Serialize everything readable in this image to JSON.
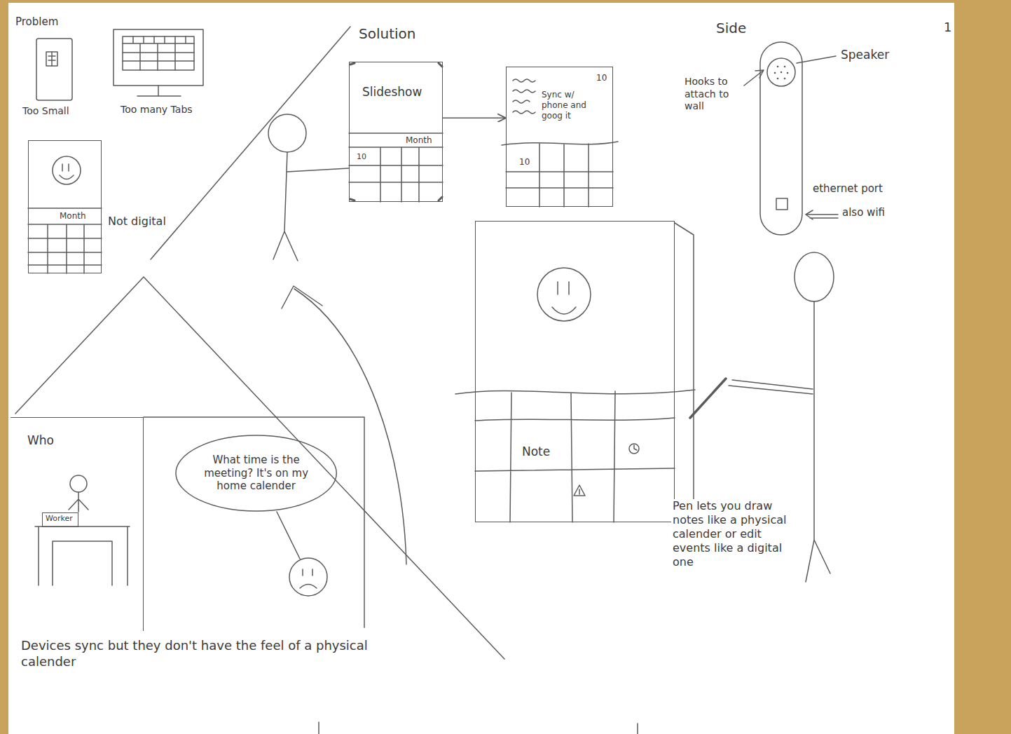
{
  "diagram": {
    "nodes": [
      {
        "text": [
          "Month"
        ]
      },
      {
        "text": [
          "Slideshow",
          "Month",
          "10"
        ]
      },
      {
        "text": [
          "10",
          "Sync w/ phone and goog it",
          "10"
        ]
      },
      {
        "text": [
          "Note"
        ]
      },
      {
        "text": [
          "Who"
        ]
      },
      {
        "text": [
          "Worker"
        ],
        "in": 4
      },
      {
        "text": [
          "What time is the meeting? It's on my home calender"
        ]
      }
    ],
    "edges": [
      {
        "from": 1,
        "to": 2,
        "arrow": "to"
      }
    ],
    "labels": [
      "Problem",
      "Too Small",
      "Too many Tabs",
      "Not digital",
      "Solution",
      "Side",
      "Speaker",
      "Hooks to attach to wall",
      "ethernet port",
      "also wifi",
      "1",
      "Pen lets you draw notes like a physical calender or edit events like a digital one",
      "Devices sync but they don't have the feel of a physical calender"
    ]
  }
}
